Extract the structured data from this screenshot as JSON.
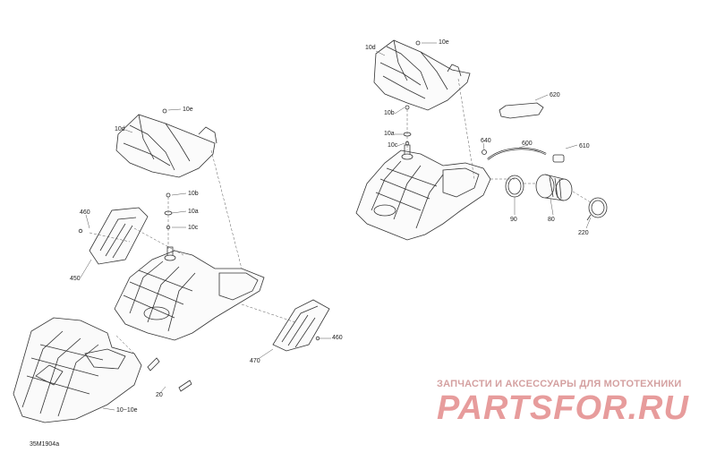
{
  "labels": {
    "l10d_top": "10d",
    "l10e_top": "10e",
    "l620": "620",
    "l10b_r": "10b",
    "l10a_r": "10a",
    "l10c_r": "10c",
    "l640": "640",
    "l600": "600",
    "l610": "610",
    "l90": "90",
    "l80": "80",
    "l220": "220",
    "l10e_l": "10e",
    "l10d_l": "10d",
    "l10b_l": "10b",
    "l10a_l": "10a",
    "l10c_l": "10c",
    "l460_l": "460",
    "l450": "450",
    "l460_r": "460",
    "l470": "470",
    "l20": "20",
    "l10_10e": "10~10e"
  },
  "watermark": {
    "line1": "ЗАПЧАСТИ И АКСЕССУАРЫ ДЛЯ МОТОТЕХНИКИ",
    "logo": "PARTSFOR.RU"
  },
  "figure_code": "35M1904a",
  "colors": {
    "line": "#333333",
    "leader": "#555555",
    "watermark": "#e07b7b"
  }
}
